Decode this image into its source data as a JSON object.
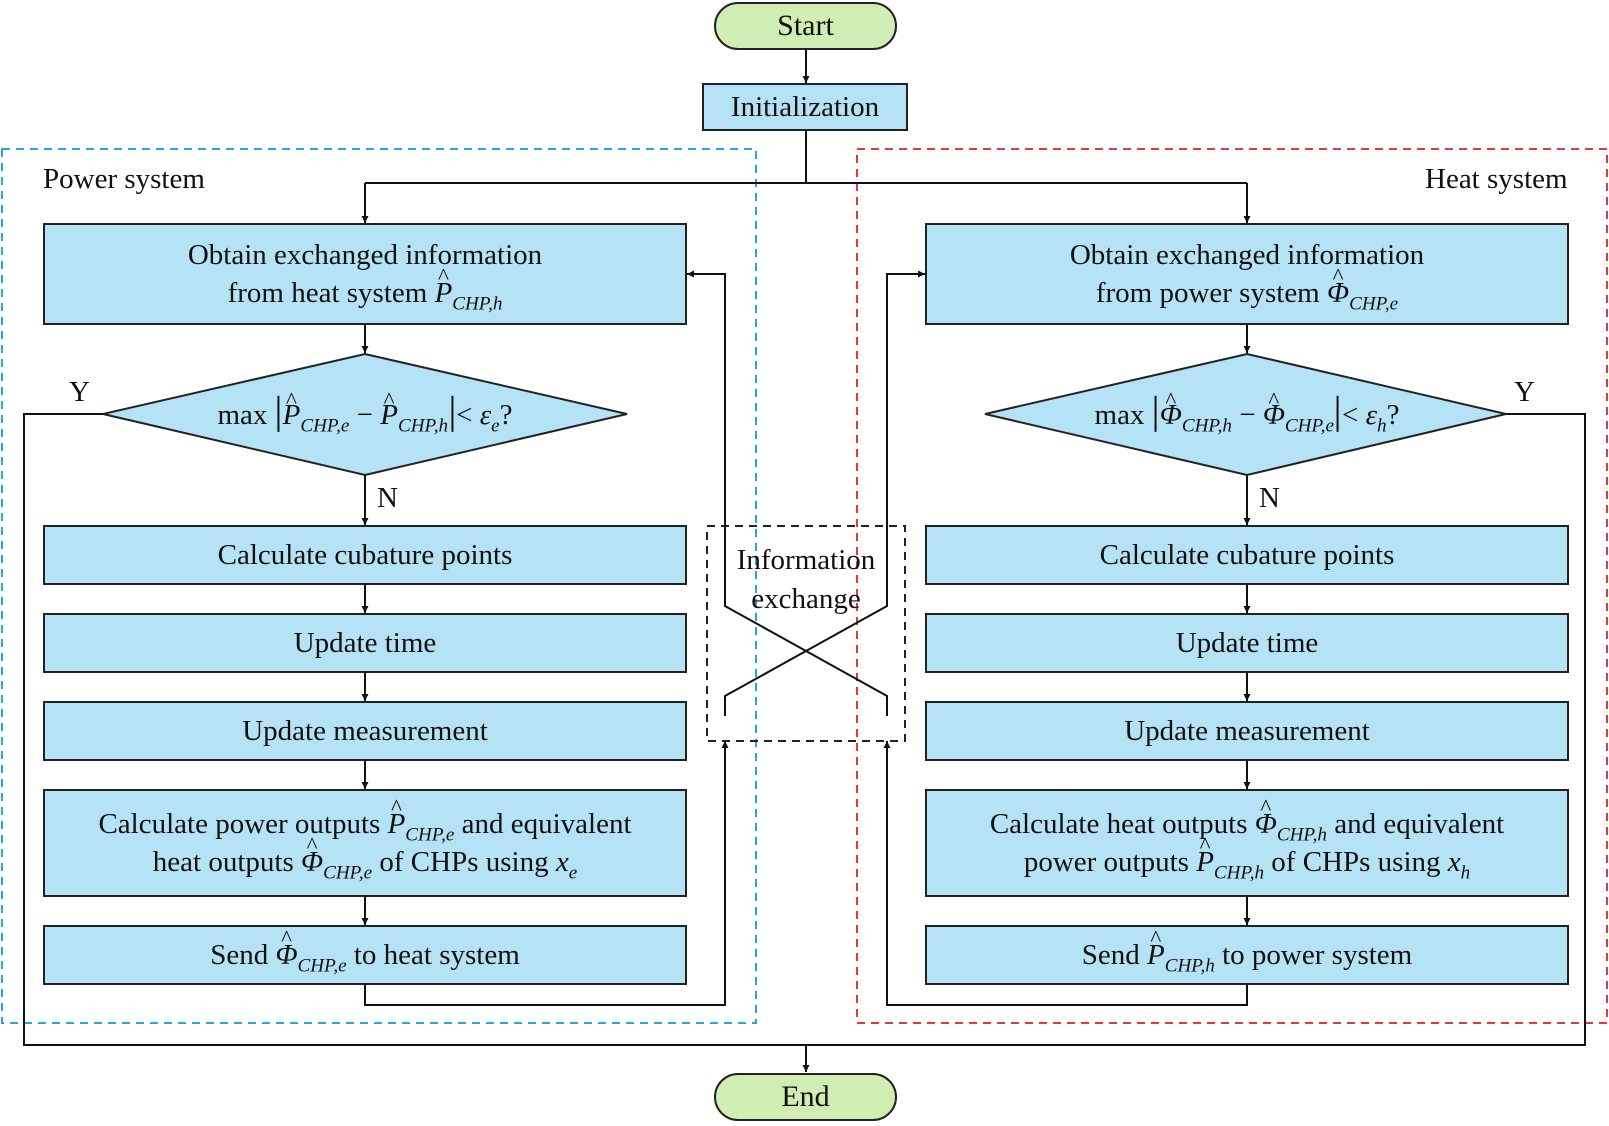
{
  "start": "Start",
  "end": "End",
  "init": "Initialization",
  "info_exchange": [
    "Information",
    "exchange"
  ],
  "power": {
    "title": "Power system",
    "obtain": [
      "Obtain exchanged information",
      "from heat system"
    ],
    "decision": {
      "prefix": "max",
      "y": "Y",
      "n": "N"
    },
    "cubature": "Calculate cubature points",
    "update_time": "Update time",
    "update_meas": "Update measurement",
    "calc": {
      "a": "Calculate power outputs",
      "b": "and equivalent",
      "c": "heat outputs",
      "d": "of CHPs using"
    },
    "send": {
      "a": "Send",
      "b": "to heat system"
    }
  },
  "heat": {
    "title": "Heat system",
    "obtain": [
      "Obtain exchanged information",
      "from power system"
    ],
    "decision": {
      "prefix": "max",
      "y": "Y",
      "n": "N"
    },
    "cubature": "Calculate cubature points",
    "update_time": "Update time",
    "update_meas": "Update measurement",
    "calc": {
      "a": "Calculate heat outputs",
      "b": "and equivalent",
      "c": "power outputs",
      "d": "of CHPs using"
    },
    "send": {
      "a": "Send",
      "b": "to power system"
    }
  },
  "colors": {
    "box_fill": "#b5e3f5",
    "terminal_fill": "#d0edb3",
    "power_border": "#29a6d9",
    "heat_border": "#e03b3b"
  }
}
